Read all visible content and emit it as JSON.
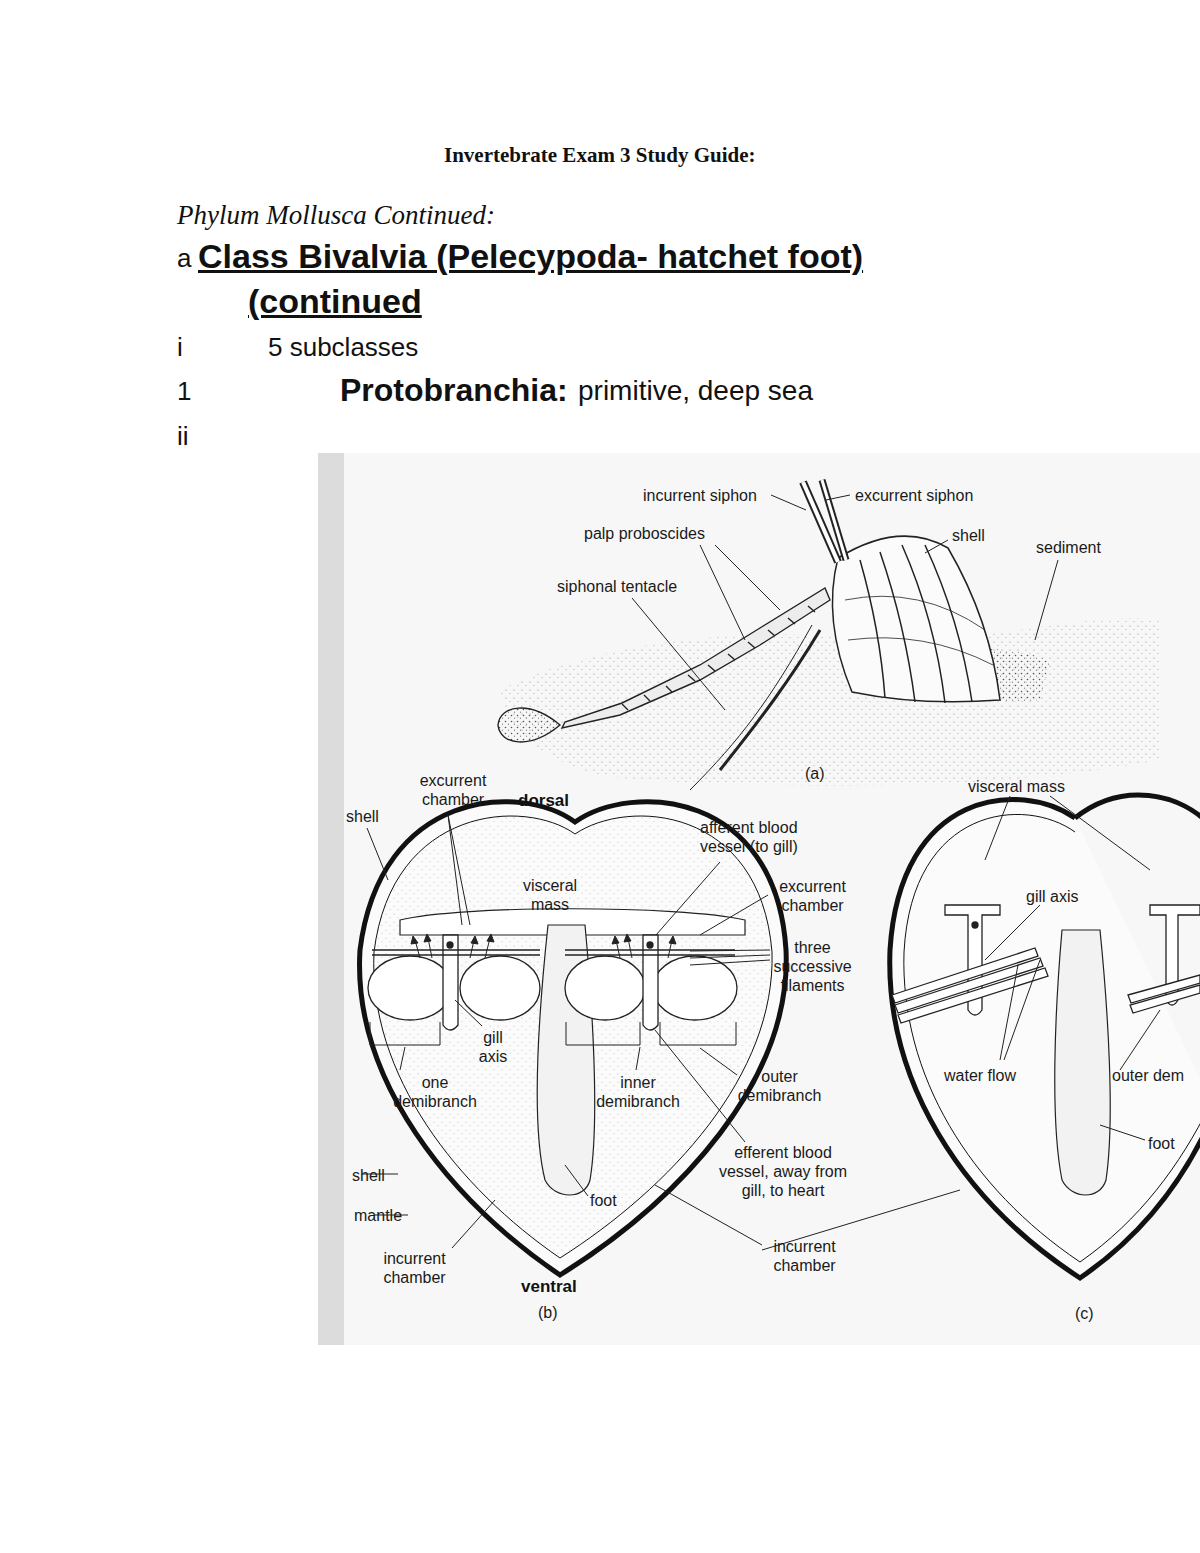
{
  "diagram": {
    "title": "Invertebrate Exam 3 Study Guide:",
    "labels": [
      "Phylum Mollusca Continued:",
      "a",
      "Class Bivalvia (Pelecypoda- hatchet foot) (continued",
      "i",
      "5 subclasses",
      "1",
      "Protobranchia:",
      "primitive, deep sea",
      "ii",
      "incurrent siphon",
      "excurrent siphon",
      "palp proboscides",
      "shell",
      "sediment",
      "siphonal tentacle",
      "(a)",
      "excurrent chamber",
      "dorsal",
      "shell",
      "visceral mass",
      "afferent blood vessel (to gill)",
      "excurrent chamber",
      "three successive filaments",
      "gill axis",
      "one demibranch",
      "inner demibranch",
      "outer demibranch",
      "efferent blood vessel, away from gill, to heart",
      "foot",
      "shell",
      "mantle",
      "incurrent chamber",
      "incurrent chamber",
      "ventral",
      "(b)",
      "visceral mass",
      "gill axis",
      "water flow",
      "outer dem",
      "foot",
      "(c)"
    ]
  }
}
